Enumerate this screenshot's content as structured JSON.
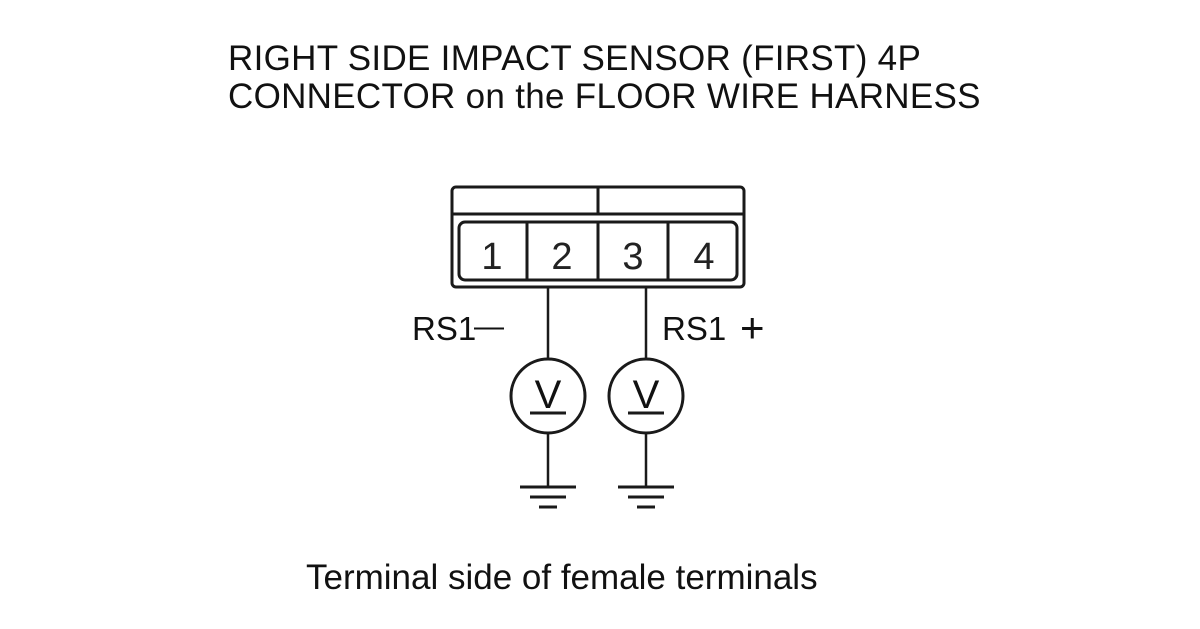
{
  "title": {
    "line1": "RIGHT SIDE IMPACT SENSOR (FIRST) 4P",
    "line2": "CONNECTOR on the FLOOR WIRE HARNESS"
  },
  "connector": {
    "pins": [
      "1",
      "2",
      "3",
      "4"
    ]
  },
  "probes": {
    "left_label": "RS1",
    "left_sign": "—",
    "right_label": "RS1",
    "right_sign": "+",
    "meter_symbol": "V"
  },
  "caption": "Terminal side of female terminals"
}
